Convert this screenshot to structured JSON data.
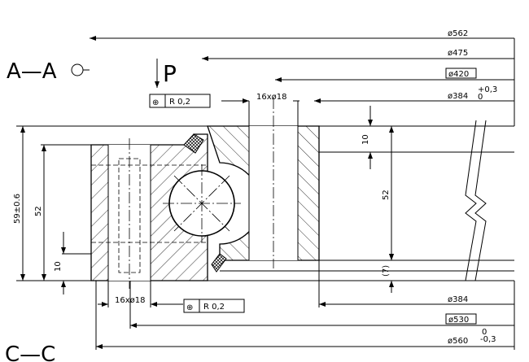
{
  "section_labels": {
    "top": "A—A",
    "bottom": "C—C"
  },
  "view_marker": "P",
  "dimensions": {
    "d562": "ø562",
    "d475": "ø475",
    "d420": "ø420",
    "d384_top": "ø384",
    "d384_top_tol_upper": "+0,3",
    "d384_top_tol_lower": "0",
    "d384_bottom": "ø384",
    "d530": "ø530",
    "d560": "ø560",
    "d560_tol_upper": "0",
    "d560_tol_lower": "-0,3",
    "holes_top": "16xø18",
    "holes_bottom": "16xø18",
    "height_total": "59±0.6",
    "height_left": "52",
    "height_right": "52",
    "gap_left": "10",
    "gap_right": "10",
    "ref_7": "(7)"
  },
  "tolerance_frames": {
    "top": {
      "symbol": "⊕",
      "value": "R 0,2"
    },
    "bottom": {
      "symbol": "⊕",
      "value": "R 0,2"
    }
  }
}
